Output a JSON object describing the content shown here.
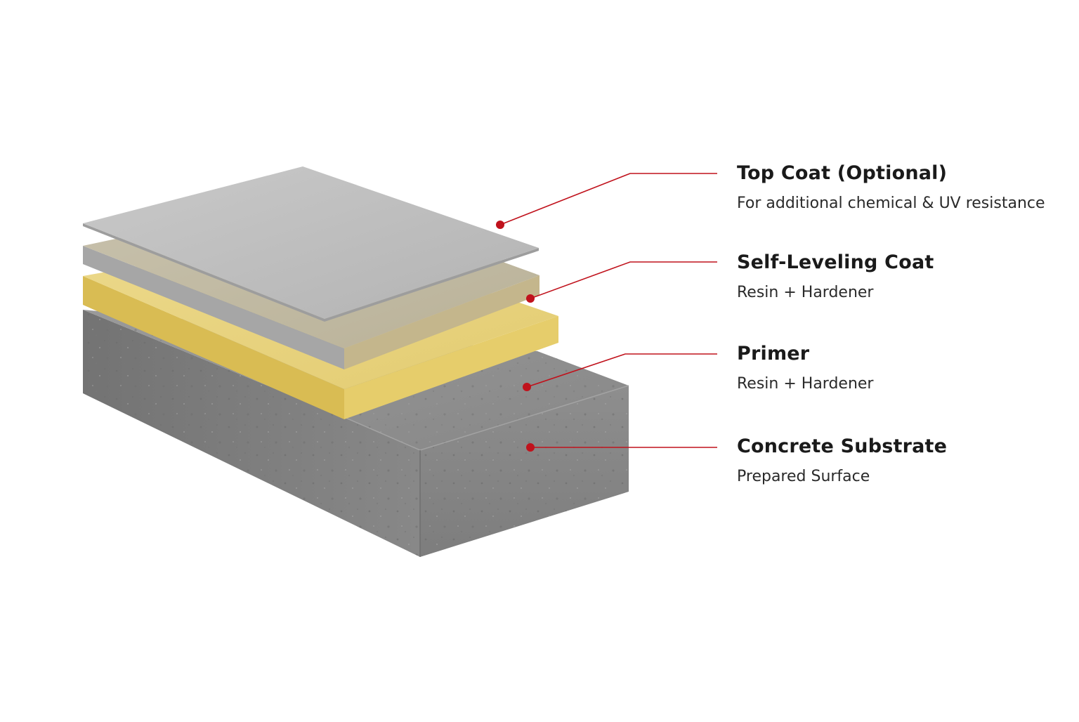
{
  "layers": [
    {
      "id": "top-coat",
      "title": "Top Coat (Optional)",
      "subtitle": "For additional chemical & UV resistance",
      "color": "#b9b9b9"
    },
    {
      "id": "self-leveling-coat",
      "title": "Self-Leveling Coat",
      "subtitle": "Resin + Hardener",
      "color": "#cfc39b"
    },
    {
      "id": "primer",
      "title": "Primer",
      "subtitle": "Resin + Hardener",
      "color": "#e9d27c"
    },
    {
      "id": "concrete-substrate",
      "title": "Concrete Substrate",
      "subtitle": "Prepared Surface",
      "color": "#8c8c8c"
    }
  ],
  "leader_color": "#c0121c"
}
